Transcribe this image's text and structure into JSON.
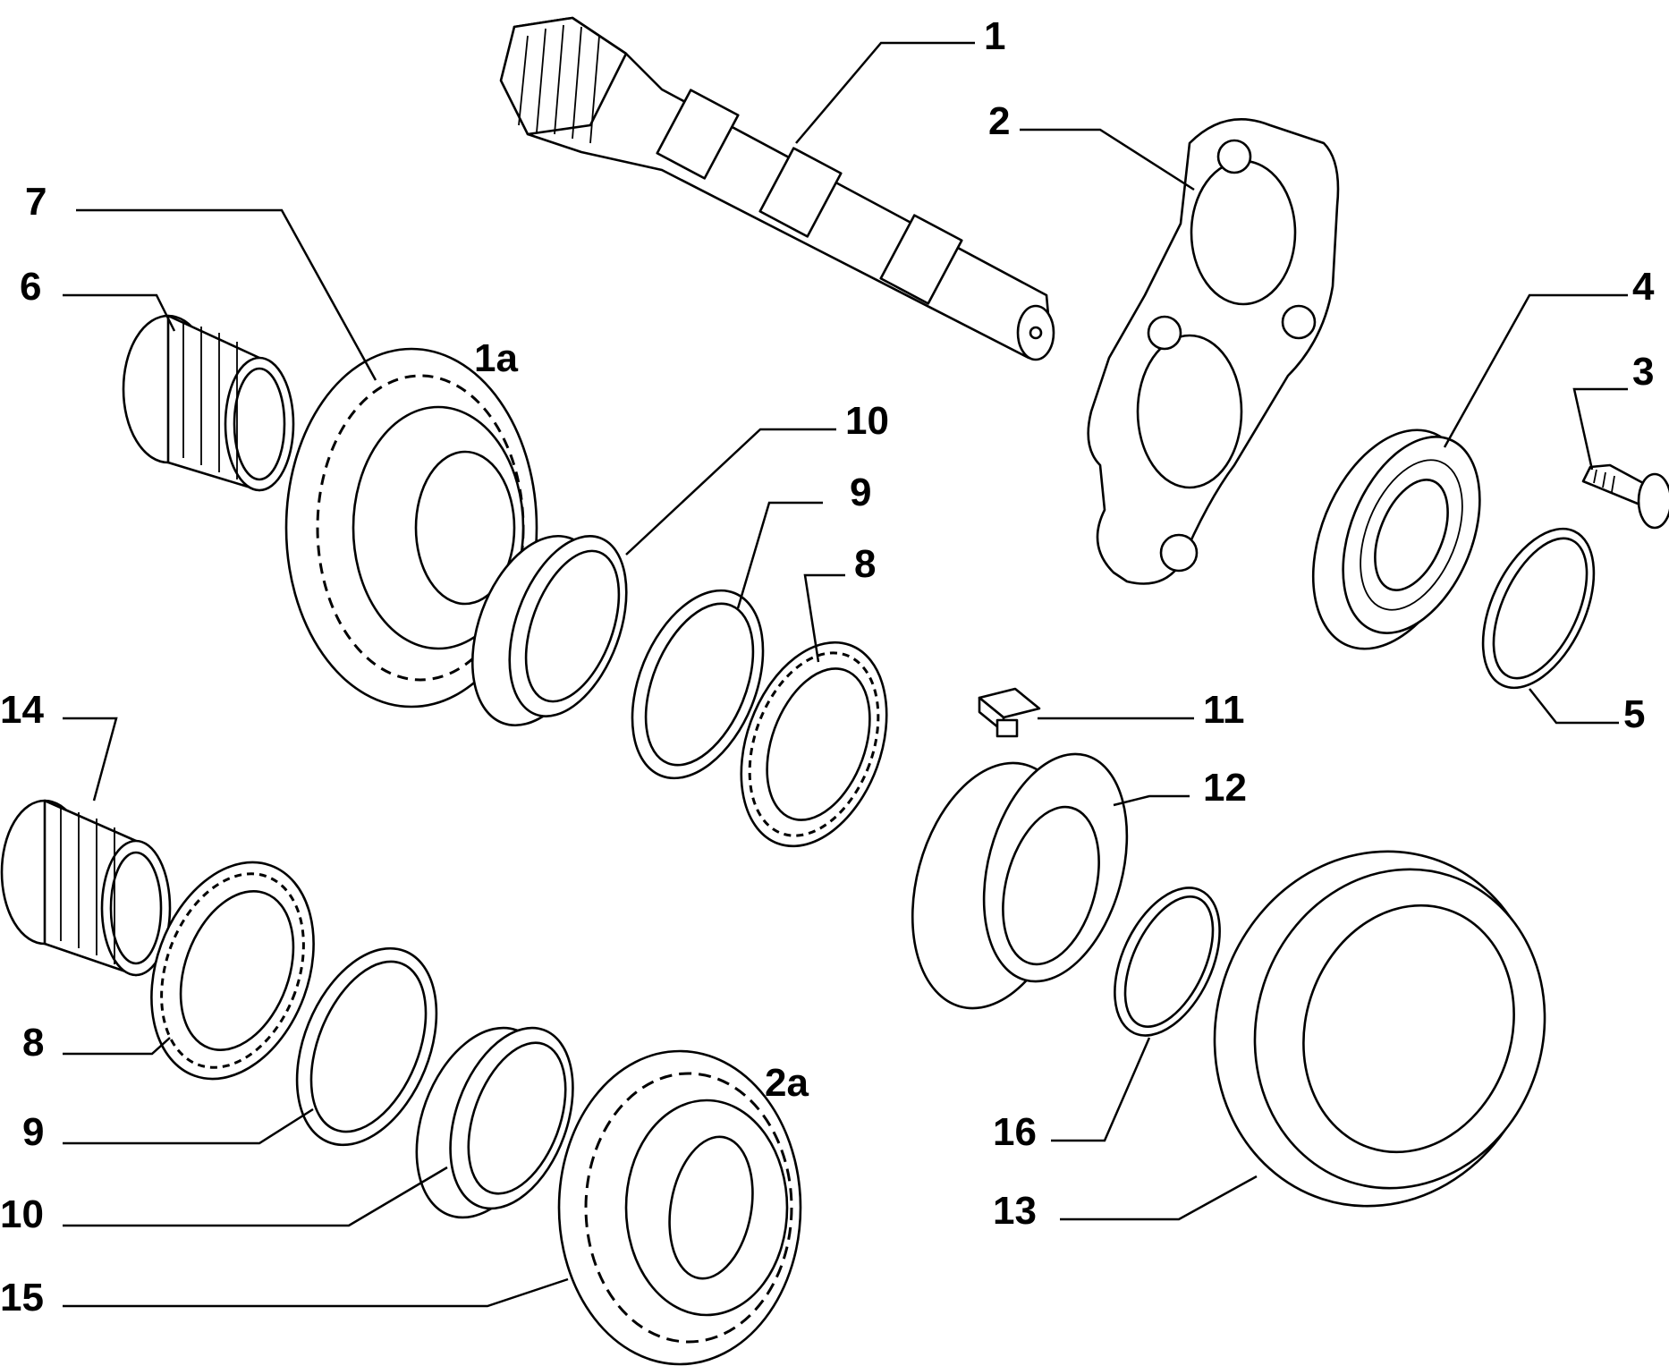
{
  "diagram": {
    "callouts": [
      {
        "id": "c1",
        "text": "1"
      },
      {
        "id": "c2",
        "text": "2"
      },
      {
        "id": "c3",
        "text": "3"
      },
      {
        "id": "c4",
        "text": "4"
      },
      {
        "id": "c5",
        "text": "5"
      },
      {
        "id": "c6",
        "text": "6"
      },
      {
        "id": "c7",
        "text": "7"
      },
      {
        "id": "c1a",
        "text": "1a"
      },
      {
        "id": "c10a",
        "text": "10"
      },
      {
        "id": "c9a",
        "text": "9"
      },
      {
        "id": "c8a",
        "text": "8"
      },
      {
        "id": "c11",
        "text": "11"
      },
      {
        "id": "c12",
        "text": "12"
      },
      {
        "id": "c14",
        "text": "14"
      },
      {
        "id": "c8b",
        "text": "8"
      },
      {
        "id": "c9b",
        "text": "9"
      },
      {
        "id": "c10b",
        "text": "10"
      },
      {
        "id": "c15",
        "text": "15"
      },
      {
        "id": "c2a",
        "text": "2a"
      },
      {
        "id": "c16",
        "text": "16"
      },
      {
        "id": "c13",
        "text": "13"
      }
    ]
  }
}
